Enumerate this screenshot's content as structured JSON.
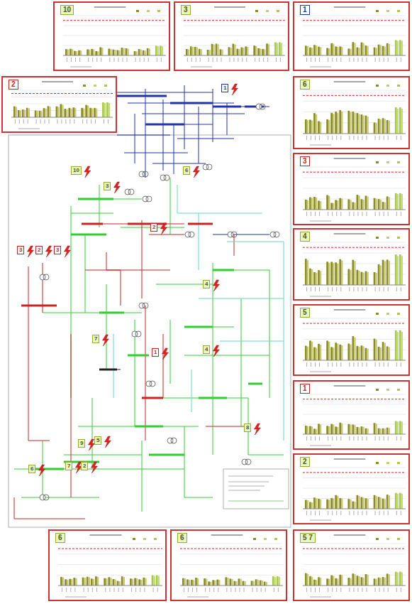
{
  "diagram": {
    "nodes": [
      {
        "text": [
          "10"
        ]
      },
      {
        "text": [
          "3"
        ]
      },
      {
        "text": [
          "1"
        ]
      },
      {
        "text": [
          "2"
        ]
      },
      {
        "text": [
          "6"
        ]
      },
      {
        "text": [
          "3"
        ]
      },
      {
        "text": [
          "4"
        ]
      },
      {
        "text": [
          "5"
        ]
      },
      {
        "text": [
          "1"
        ]
      },
      {
        "text": [
          "2"
        ]
      },
      {
        "text": [
          "6"
        ]
      },
      {
        "text": [
          "6"
        ]
      },
      {
        "text": [
          "5 7"
        ]
      }
    ],
    "labels": [
      "1",
      "10",
      "3",
      "6",
      "2",
      "3",
      "2",
      "3",
      "4",
      "7",
      "1",
      "4",
      "8",
      "9",
      "5",
      "6",
      "7",
      "2"
    ]
  }
}
